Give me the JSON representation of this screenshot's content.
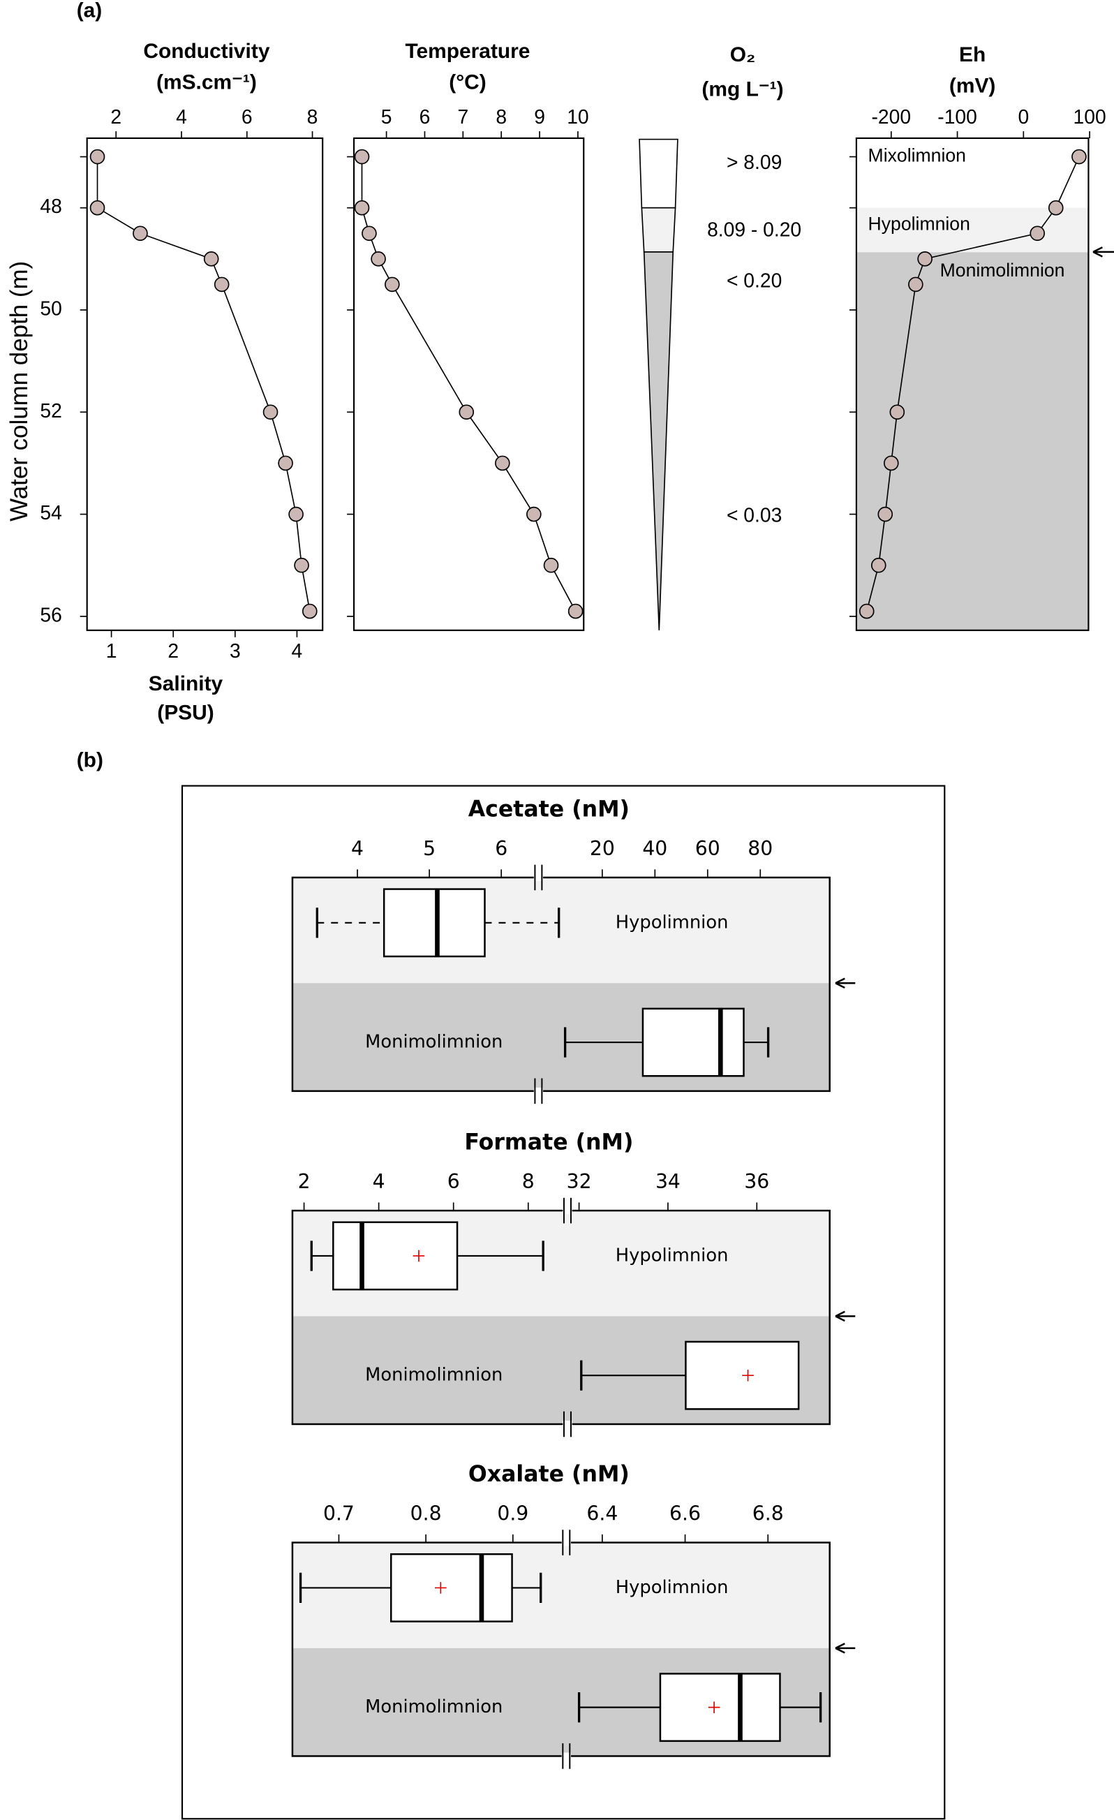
{
  "colors": {
    "marker_fill": "#cbb8b4",
    "light_band": "#f2f2f2",
    "dark_band": "#cccccc",
    "mean_marker": "#e00000"
  },
  "chart_data": [
    {
      "type": "line",
      "panel_label": "(a)",
      "depth_axis_label": "Water column depth (m)",
      "depth_ticks": [
        48,
        50,
        52,
        54,
        56
      ],
      "depth_m": [
        47,
        48,
        48.5,
        49,
        49.5,
        52,
        53,
        54,
        55,
        55.9
      ],
      "profiles": [
        {
          "title": "Conductivity",
          "unit": "(mS.cm⁻¹)",
          "top_ticks": [
            2,
            4,
            6,
            8
          ],
          "values": [
            1.43,
            1.43,
            2.74,
            4.91,
            5.23,
            6.72,
            7.18,
            7.5,
            7.67,
            7.92
          ],
          "bottom_axis": {
            "title": "Salinity",
            "unit": "(PSU)",
            "ticks": [
              1,
              2,
              3,
              4
            ]
          }
        },
        {
          "title": "Temperature",
          "unit": "(°C)",
          "top_ticks": [
            5,
            6,
            7,
            8,
            9,
            10
          ],
          "values": [
            4.36,
            4.36,
            4.55,
            4.79,
            5.15,
            7.09,
            8.03,
            8.85,
            9.3,
            9.94
          ]
        },
        {
          "title": "Eh",
          "unit": "(mV)",
          "top_ticks": [
            -200,
            -100,
            0,
            100
          ],
          "values": [
            84,
            49,
            21,
            -149,
            -163,
            -191,
            -200,
            -209,
            -219,
            -237
          ],
          "layers": [
            {
              "label": "Mixolimnion",
              "from_m": 46.6,
              "to_m": 48
            },
            {
              "label": "Hypolimnion",
              "from_m": 48,
              "to_m": 48.87
            },
            {
              "label": "Monimolimnion",
              "from_m": 48.87,
              "to_m": 56.3
            }
          ]
        }
      ],
      "oxygen": {
        "title": "O₂",
        "unit": "(mg L⁻¹)",
        "classes": [
          "> 8.09",
          "8.09 - 0.20",
          "< 0.20",
          "< 0.03"
        ]
      }
    },
    {
      "type": "box",
      "panel_label": "(b)",
      "plots": [
        {
          "title": "Acetate (nM)",
          "left_ticks": [
            4,
            5,
            6
          ],
          "right_ticks": [
            20,
            40,
            60,
            80
          ],
          "groups": [
            {
              "label": "Hypolimnion",
              "scale": "left",
              "whisker_low": 3.44,
              "q1": 4.37,
              "median": 5.11,
              "q3": 5.77,
              "whisker_high": 6.8,
              "mean": null,
              "dashed": true
            },
            {
              "label": "Monimolimnion",
              "scale": "right",
              "whisker_low": 5.9,
              "q1": 35.4,
              "median": 64.9,
              "q3": 73.7,
              "whisker_high": 83,
              "mean": null,
              "dashed": false
            }
          ]
        },
        {
          "title": "Formate (nM)",
          "left_ticks": [
            2,
            4,
            6,
            8
          ],
          "right_ticks": [
            32,
            34,
            36
          ],
          "groups": [
            {
              "label": "Hypolimnion",
              "scale": "left",
              "whisker_low": 2.2,
              "q1": 2.78,
              "median": 3.55,
              "q3": 6.1,
              "whisker_high": 8.4,
              "mean": 5.07,
              "dashed": false
            },
            {
              "label": "Monimolimnion",
              "scale": "right",
              "whisker_low": 32.05,
              "q1": 34.4,
              "median": null,
              "q3": 36.94,
              "whisker_high": null,
              "mean": 35.8,
              "dashed": false
            }
          ]
        },
        {
          "title": "Oxalate (nM)",
          "left_ticks": [
            0.7,
            0.8,
            0.9
          ],
          "right_ticks": [
            6.4,
            6.6,
            6.8
          ],
          "groups": [
            {
              "label": "Hypolimnion",
              "scale": "left",
              "whisker_low": 0.656,
              "q1": 0.76,
              "median": 0.864,
              "q3": 0.899,
              "whisker_high": 0.932,
              "mean": 0.817,
              "dashed": false
            },
            {
              "label": "Monimolimnion",
              "scale": "right",
              "whisker_low": 6.344,
              "q1": 6.54,
              "median": 6.733,
              "q3": 6.829,
              "whisker_high": 6.927,
              "mean": 6.67,
              "dashed": false
            }
          ]
        }
      ]
    }
  ]
}
